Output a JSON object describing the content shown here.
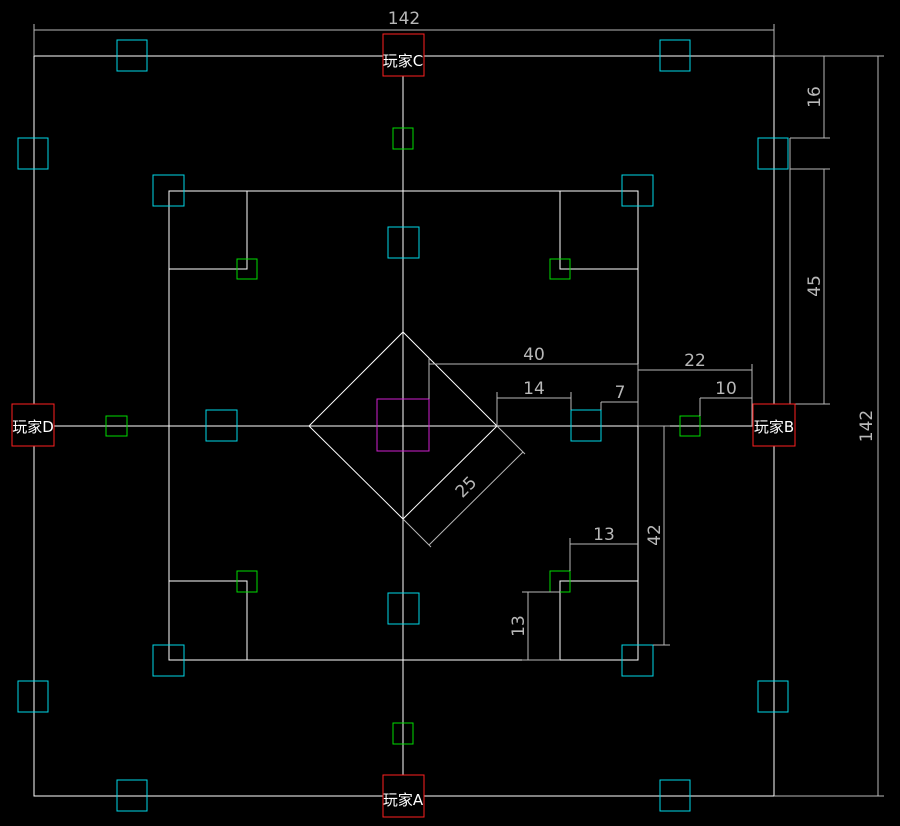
{
  "colors": {
    "background": "#000000",
    "line": "#ffffff",
    "dimension": "#b8b8b8",
    "player_box": "#ff2020",
    "cyan_box": "#00d8e8",
    "green_box": "#00dd00",
    "center_box": "#d020d0"
  },
  "players": {
    "a": "玩家A",
    "b": "玩家B",
    "c": "玩家C",
    "d": "玩家D"
  },
  "dimensions": {
    "top_width": "142",
    "right_height": "142",
    "side_gap": "16",
    "side_span": "45",
    "center_offset": "40",
    "inner_offset": "22",
    "right_gap": "10",
    "left_span": "14",
    "small_gap": "7",
    "diamond_side": "25",
    "corner_width": "13",
    "corner_height": "13",
    "lower_span": "42"
  }
}
